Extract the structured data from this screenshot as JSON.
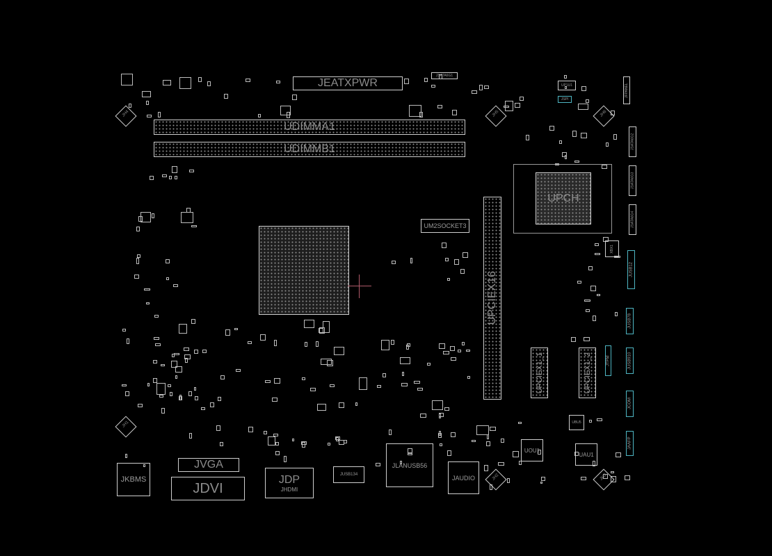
{
  "board": {
    "connectors": {
      "atx_power": "JEATXPWR",
      "sata1": "JSATA6G1",
      "spi": "JSPI",
      "fpanel": "JFPANEL",
      "dimm_a": "UDIMMA1",
      "dimm_b": "UDIMMB1",
      "sata2": "JSATA6G2",
      "sata3": "JSATA6G3",
      "sata4": "JSATA6G4",
      "pch": "UPCH",
      "m2": "UM2SOCKET3",
      "pcie16": "UPCIEX16",
      "pcie1_1": "UPCIEX1_1",
      "pcie1_2": "UPCIEX1_2",
      "usb12": "JUSB12",
      "usb78": "JUSB78",
      "usb910": "JUSB910",
      "tpm": "JTPM",
      "com": "JCOM",
      "aafp": "JAAFP",
      "uou1": "UOU1",
      "uau1": "UAU1",
      "ubu5": "UBU5",
      "kbms": "JKBMS",
      "vga": "JVGA",
      "dvi": "JDVI",
      "dp": "JDP",
      "hdmi": "JHDMI",
      "usb34": "JUSB134",
      "lanusb": "JLANUSB56",
      "audio": "JAUDIO",
      "xtal": "XBX1",
      "up1u1": "UP1U1"
    },
    "mounting_holes": [
      "JH4",
      "JH5",
      "JH6",
      "JH1",
      "JH2",
      "JH3"
    ],
    "colors": {
      "background": "#000000",
      "outline": "#cfcfcf",
      "pin_highlight": "#4fb7c4",
      "cursor": "#b05a6a"
    }
  }
}
